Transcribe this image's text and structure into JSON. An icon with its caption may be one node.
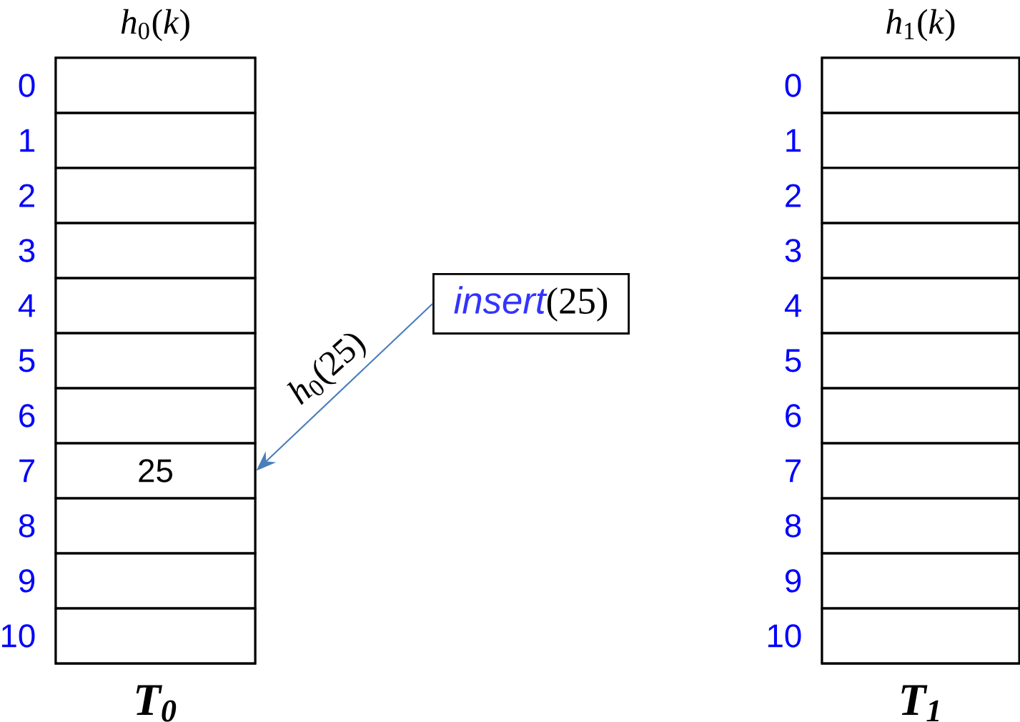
{
  "diagram": {
    "nodes": [
      {
        "text": [
          "*h*$_{0}$(*k*)",
          "T$_{0}$"
        ]
      },
      {
        "text": [],
        "shape": "box",
        "in": 0,
        "beside": [
          "0"
        ]
      },
      {
        "text": [],
        "shape": "box",
        "in": 0,
        "beside": [
          "1"
        ]
      },
      {
        "text": [],
        "shape": "box",
        "in": 0,
        "beside": [
          "2"
        ]
      },
      {
        "text": [],
        "shape": "box",
        "in": 0,
        "beside": [
          "3"
        ]
      },
      {
        "text": [],
        "shape": "box",
        "in": 0,
        "beside": [
          "4"
        ]
      },
      {
        "text": [],
        "shape": "box",
        "in": 0,
        "beside": [
          "5"
        ]
      },
      {
        "text": [],
        "shape": "box",
        "in": 0,
        "beside": [
          "6"
        ]
      },
      {
        "text": [
          "25"
        ],
        "in": 0,
        "beside": [
          "7"
        ]
      },
      {
        "text": [],
        "shape": "box",
        "in": 0,
        "beside": [
          "8"
        ]
      },
      {
        "text": [],
        "shape": "box",
        "in": 0,
        "beside": [
          "9"
        ]
      },
      {
        "text": [],
        "shape": "box",
        "in": 0,
        "beside": [
          "10"
        ]
      },
      {
        "text": [
          "*h*$_{1}$(*k*)",
          "T$_{1}$"
        ]
      },
      {
        "text": [],
        "shape": "box",
        "in": 12,
        "beside": [
          "0"
        ]
      },
      {
        "text": [],
        "shape": "box",
        "in": 12,
        "beside": [
          "1"
        ]
      },
      {
        "text": [],
        "shape": "box",
        "in": 12,
        "beside": [
          "2"
        ]
      },
      {
        "text": [],
        "shape": "box",
        "in": 12,
        "beside": [
          "3"
        ]
      },
      {
        "text": [],
        "shape": "box",
        "in": 12,
        "beside": [
          "4"
        ]
      },
      {
        "text": [],
        "shape": "box",
        "in": 12,
        "beside": [
          "5"
        ]
      },
      {
        "text": [],
        "shape": "box",
        "in": 12,
        "beside": [
          "6"
        ]
      },
      {
        "text": [],
        "shape": "box",
        "in": 12,
        "beside": [
          "7"
        ]
      },
      {
        "text": [],
        "shape": "box",
        "in": 12,
        "beside": [
          "8"
        ]
      },
      {
        "text": [],
        "shape": "box",
        "in": 12,
        "beside": [
          "9"
        ]
      },
      {
        "text": [],
        "shape": "box",
        "in": 12,
        "beside": [
          "10"
        ]
      },
      {
        "text": [
          "insert",
          "(25)"
        ]
      }
    ],
    "edges": [
      {
        "from": 24,
        "to": 8,
        "arrow": "to",
        "label": "*h*$_{0}$(25)",
        "color": "#4a7ebb"
      }
    ]
  }
}
